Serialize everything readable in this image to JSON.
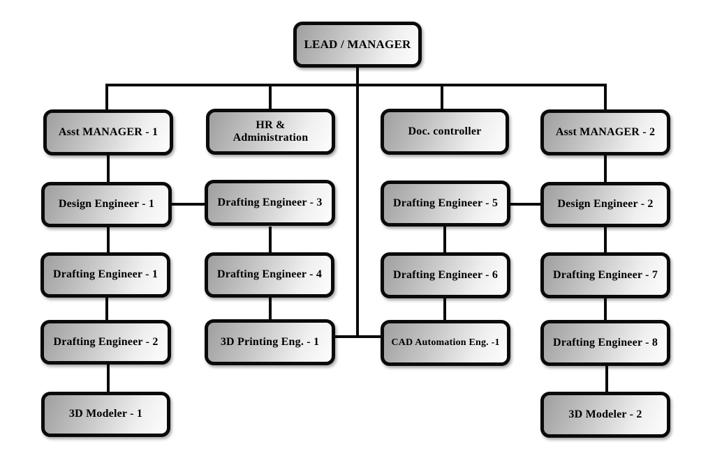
{
  "diagram_type": "organization-chart",
  "colors": {
    "background": "#ffffff",
    "line": "#0a0a0a",
    "node_border": "#0a0a0a",
    "node_fill_dark": "#9f9f9f",
    "node_fill_light": "#fdfdfd",
    "text": "#000000"
  },
  "nodes": {
    "lead": {
      "label": "LEAD / MANAGER"
    },
    "asst1": {
      "label": "Asst MANAGER - 1"
    },
    "hr": {
      "label": "HR &\nAdministration"
    },
    "doc": {
      "label": "Doc. controller"
    },
    "asst2": {
      "label": "Asst MANAGER - 2"
    },
    "de1": {
      "label": "Design Engineer - 1"
    },
    "dr3": {
      "label": "Drafting Engineer - 3"
    },
    "dr5": {
      "label": "Drafting Engineer - 5"
    },
    "de2": {
      "label": "Design Engineer - 2"
    },
    "dr1": {
      "label": "Drafting Engineer - 1"
    },
    "dr4": {
      "label": "Drafting Engineer - 4"
    },
    "dr6": {
      "label": "Drafting Engineer - 6"
    },
    "dr7": {
      "label": "Drafting Engineer - 7"
    },
    "dr2": {
      "label": "Drafting Engineer - 2"
    },
    "print1": {
      "label": "3D Printing Eng. - 1"
    },
    "cad1": {
      "label": "CAD Automation Eng. -1"
    },
    "dr8": {
      "label": "Drafting Engineer - 8"
    },
    "mod1": {
      "label": "3D Modeler - 1"
    },
    "mod2": {
      "label": "3D Modeler - 2"
    }
  },
  "edges": [
    [
      "lead",
      "asst1"
    ],
    [
      "lead",
      "hr"
    ],
    [
      "lead",
      "doc"
    ],
    [
      "lead",
      "asst2"
    ],
    [
      "lead",
      "print1"
    ],
    [
      "lead",
      "cad1"
    ],
    [
      "asst1",
      "de1"
    ],
    [
      "de1",
      "dr3"
    ],
    [
      "de1",
      "dr1"
    ],
    [
      "dr1",
      "dr2"
    ],
    [
      "dr2",
      "mod1"
    ],
    [
      "dr3",
      "dr4"
    ],
    [
      "dr4",
      "print1"
    ],
    [
      "dr5",
      "dr6"
    ],
    [
      "dr6",
      "cad1"
    ],
    [
      "dr5",
      "de2"
    ],
    [
      "asst2",
      "de2"
    ],
    [
      "de2",
      "dr7"
    ],
    [
      "dr7",
      "dr8"
    ],
    [
      "dr8",
      "mod2"
    ]
  ]
}
